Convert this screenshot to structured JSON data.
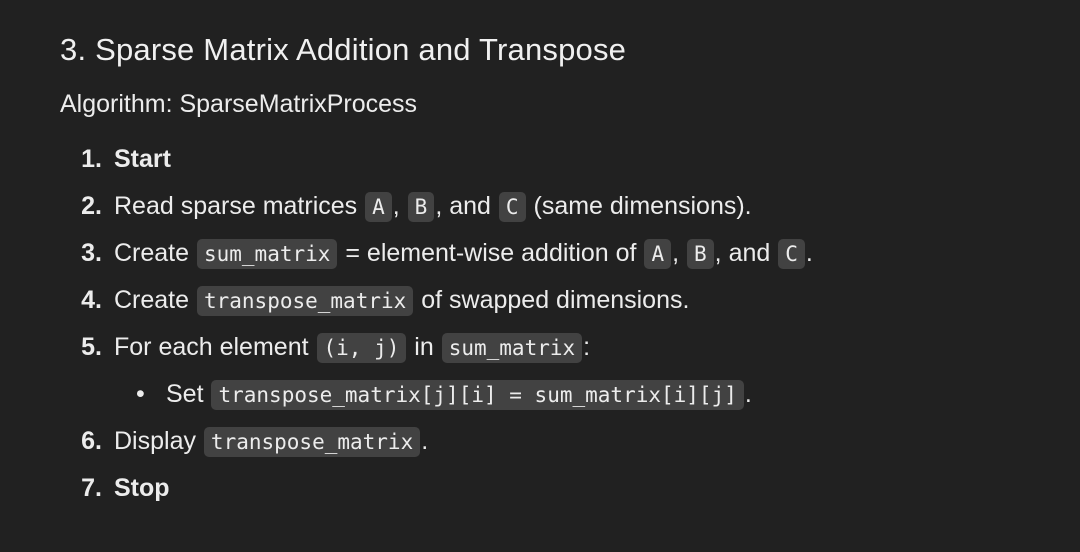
{
  "heading": "3. Sparse Matrix Addition and Transpose",
  "algorithm_title": "Algorithm: SparseMatrixProcess",
  "steps": [
    {
      "num": "1.",
      "text": "Start"
    },
    {
      "num": "2.",
      "parts": [
        "Read sparse matrices ",
        "A",
        ", ",
        "B",
        ", and ",
        "C",
        " (same dimensions)."
      ]
    },
    {
      "num": "3.",
      "parts": [
        "Create ",
        "sum_matrix",
        " = element-wise addition of ",
        "A",
        ", ",
        "B",
        ", and ",
        "C",
        "."
      ]
    },
    {
      "num": "4.",
      "parts": [
        "Create ",
        "transpose_matrix",
        " of swapped dimensions."
      ]
    },
    {
      "num": "5.",
      "parts": [
        "For each element ",
        "(i, j)",
        " in ",
        "sum_matrix",
        ":"
      ]
    },
    {
      "num": "6.",
      "parts": [
        "Display ",
        "transpose_matrix",
        "."
      ]
    },
    {
      "num": "7.",
      "text": "Stop"
    }
  ],
  "substep": {
    "bullet": "•",
    "parts": [
      "Set ",
      "transpose_matrix[j][i] = sum_matrix[i][j]",
      "."
    ]
  }
}
